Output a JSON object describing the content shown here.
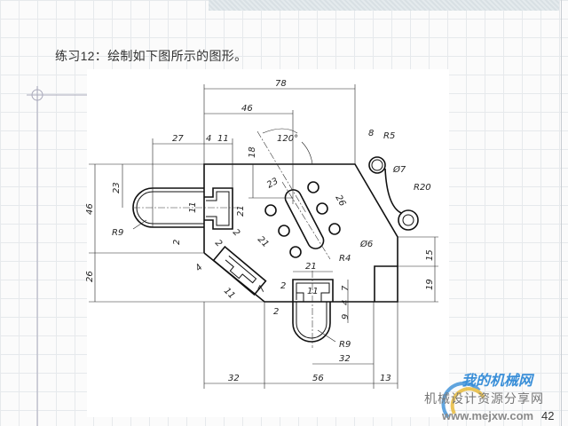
{
  "title": "练习12：绘制如下图所示的图形。",
  "dimensions": [
    "78",
    "46",
    "27",
    "4",
    "11",
    "120°",
    "18",
    "8",
    "R5",
    "Ø7",
    "R20",
    "23",
    "23",
    "46",
    "26",
    "11",
    "21",
    "R9",
    "2",
    "26",
    "Ø6",
    "R4",
    "21",
    "2",
    "2",
    "21",
    "2",
    "11",
    "7",
    "4",
    "9",
    "4",
    "11",
    "7",
    "15",
    "19",
    "2",
    "R9",
    "32",
    "32",
    "56",
    "13"
  ],
  "watermark": {
    "brand": "我的机械网",
    "tagline": "机械设计资源分享网",
    "url": "www.mejxw.com"
  },
  "page_number": "42"
}
